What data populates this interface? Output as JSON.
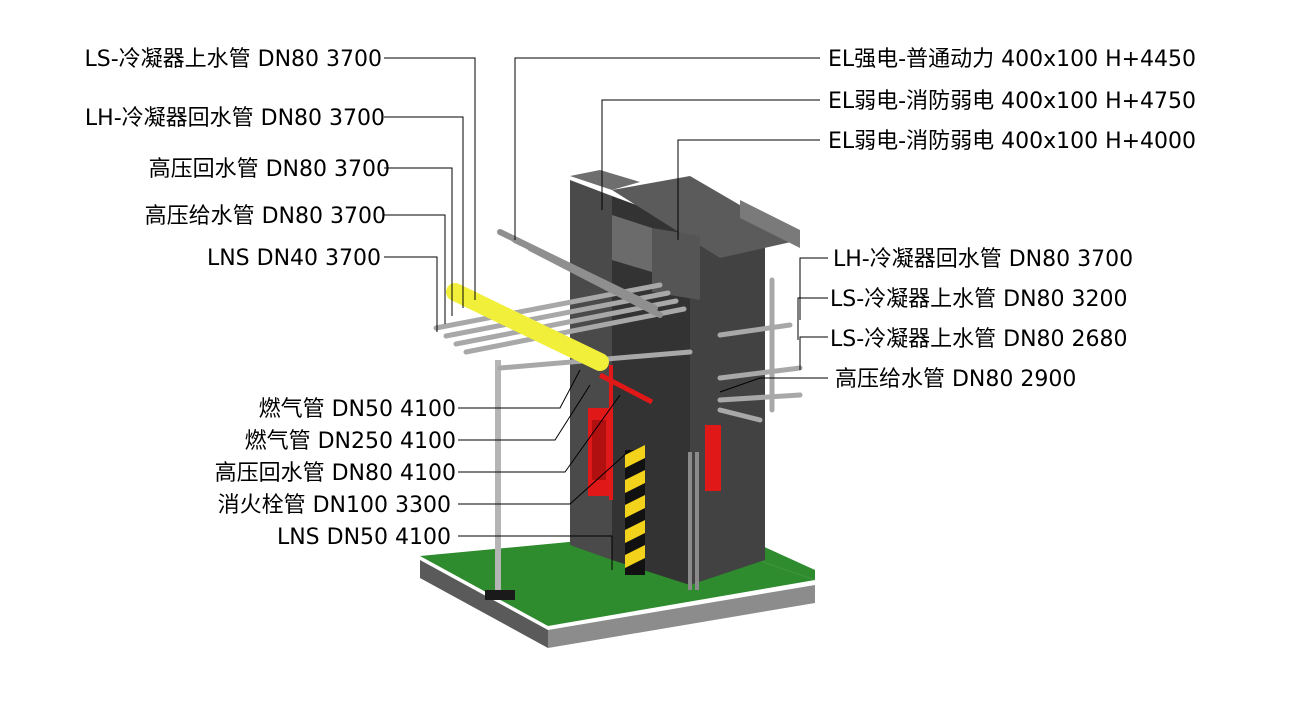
{
  "labels_left": [
    "LS-冷凝器上水管 DN80 3700",
    "LH-冷凝器回水管 DN80 3700",
    "高压回水管 DN80 3700",
    "高压给水管 DN80 3700",
    "LNS DN40 3700"
  ],
  "labels_right_top": [
    "EL强电-普通动力 400x100 H+4450",
    "EL弱电-消防弱电 400x100 H+4750",
    "EL弱电-消防弱电 400x100 H+4000"
  ],
  "labels_right_mid": [
    "LH-冷凝器回水管 DN80 3700",
    "LS-冷凝器上水管 DN80 3200",
    "LS-冷凝器上水管 DN80 2680",
    "高压给水管 DN80 2900"
  ],
  "labels_left_bottom": [
    "燃气管 DN50 4100",
    "燃气管 DN250 4100",
    "高压回水管 DN80 4100",
    "消火栓管 DN100 3300",
    "LNS DN50 4100"
  ],
  "colors": {
    "floor_green": "#2e8b2e",
    "slab_grey": "#8c8c8c",
    "wall_dark": "#3c3c3c",
    "pipe_grey": "#a8a8a8",
    "gas_yellow": "#f2ef3a",
    "fire_red": "#e01818",
    "leader_line": "#000000"
  }
}
